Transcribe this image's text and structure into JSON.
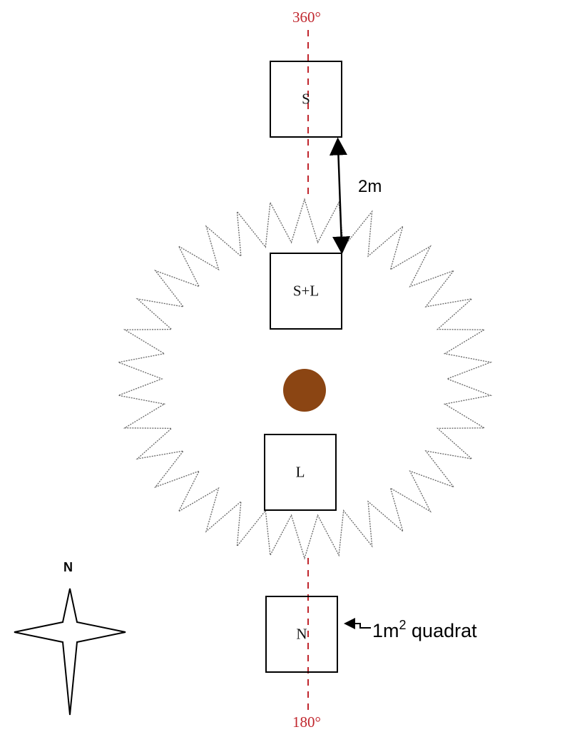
{
  "diagram": {
    "bearing_top": "360°",
    "bearing_bottom": "180°",
    "quadrats": [
      {
        "label": "S"
      },
      {
        "label": "S+L"
      },
      {
        "label": "L"
      },
      {
        "label": "N"
      }
    ],
    "distance_label": "2m",
    "quadrat_annotation": {
      "prefix": "1m",
      "superscript": "2",
      "suffix": " quadrat"
    },
    "compass_label": "N",
    "colors": {
      "bearing_line": "#c0262d",
      "tree_trunk": "#8b4513",
      "outline": "#000000",
      "canopy_outline": "#666666"
    }
  }
}
